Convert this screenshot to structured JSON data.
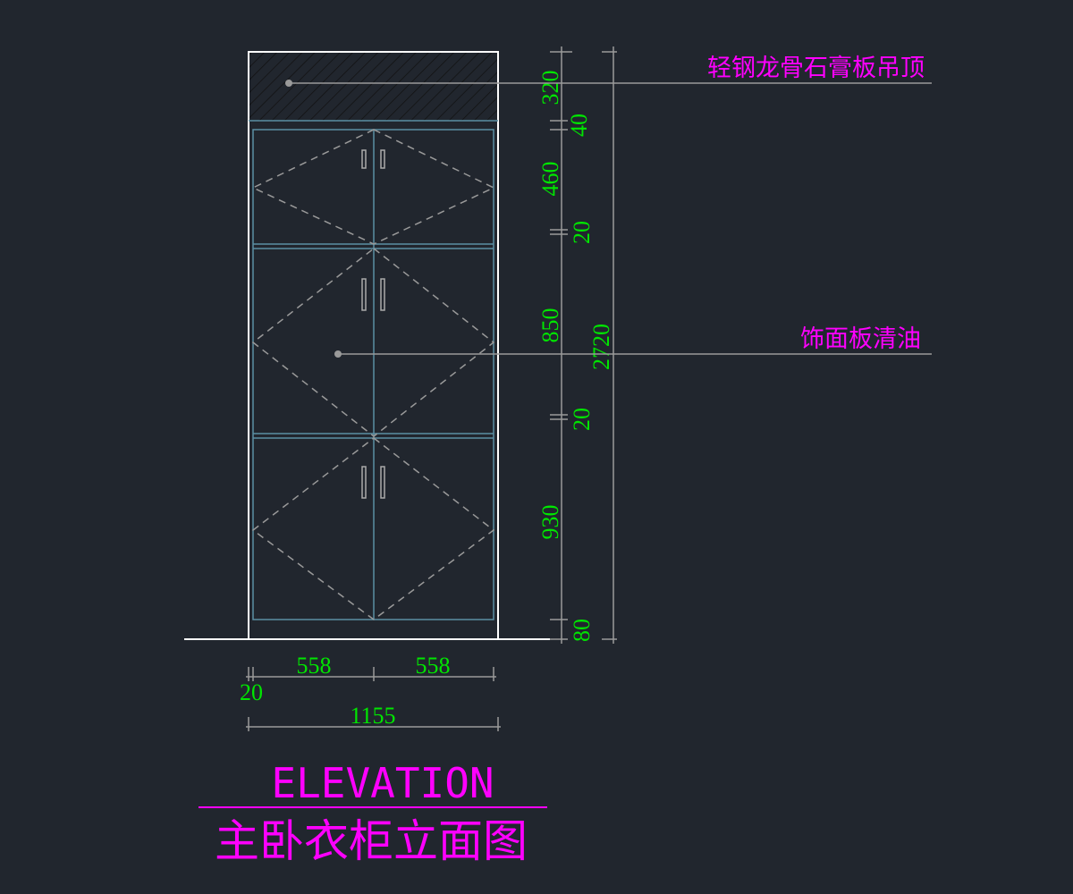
{
  "colors": {
    "background": "#21262e",
    "dimension_text": "#00e600",
    "annotation": "#ff00ff",
    "outline": "#ffffff",
    "cabinet": "#5b8fa3",
    "guide": "#9a9a9a"
  },
  "annotations": {
    "ceiling": "轻钢龙骨石膏板吊顶",
    "panel": "饰面板清油"
  },
  "vertical_dims": {
    "d320": "320",
    "d40": "40",
    "d460": "460",
    "d20a": "20",
    "d850": "850",
    "d20b": "20",
    "d930": "930",
    "d80": "80",
    "total": "2720"
  },
  "horizontal_dims": {
    "left": "558",
    "right": "558",
    "side": "20",
    "total": "1155"
  },
  "title": {
    "en": "ELEVATION",
    "cn": "主卧衣柜立面图"
  }
}
